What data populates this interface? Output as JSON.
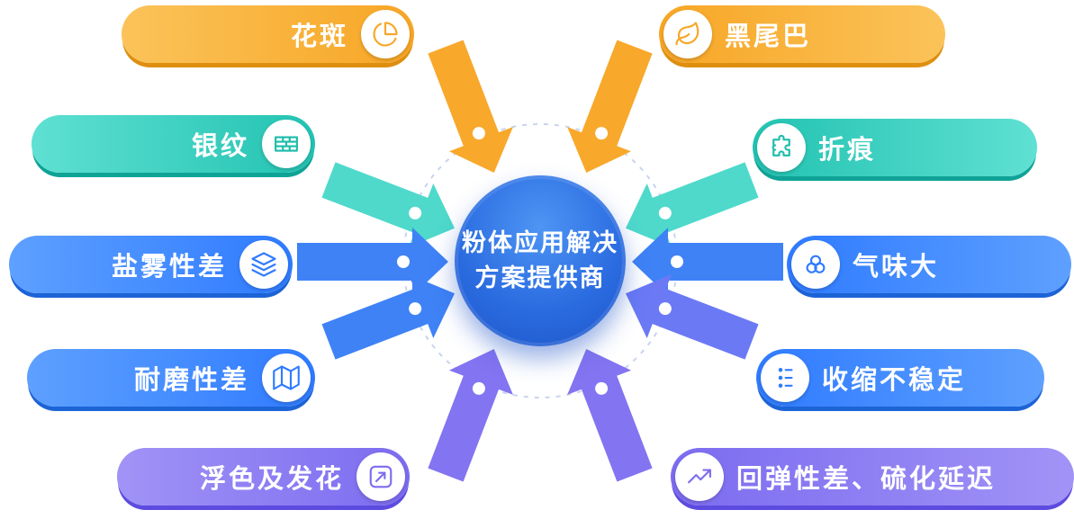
{
  "page": {
    "type": "infographic-diagram",
    "language": "zh-CN"
  },
  "center": {
    "line1": "粉体应用解决",
    "line2": "方案提供商"
  },
  "items": [
    {
      "label": "花斑",
      "icon": "pie-chart-icon",
      "group": "orange",
      "side": "left"
    },
    {
      "label": "黑尾巴",
      "icon": "leaf-icon",
      "group": "orange",
      "side": "right"
    },
    {
      "label": "银纹",
      "icon": "bricks-icon",
      "group": "teal",
      "side": "left"
    },
    {
      "label": "折痕",
      "icon": "puzzle-icon",
      "group": "teal",
      "side": "right"
    },
    {
      "label": "盐雾性差",
      "icon": "layers-icon",
      "group": "blue",
      "side": "left"
    },
    {
      "label": "气味大",
      "icon": "rings-icon",
      "group": "blue",
      "side": "right"
    },
    {
      "label": "耐磨性差",
      "icon": "map-icon",
      "group": "blue",
      "side": "left"
    },
    {
      "label": "收缩不稳定",
      "icon": "nodes-icon",
      "group": "blue",
      "side": "right"
    },
    {
      "label": "浮色及发花",
      "icon": "trend-arrow-icon",
      "group": "purple",
      "side": "left"
    },
    {
      "label": "回弹性差、硫化延迟",
      "icon": "line-chart-icon",
      "group": "purple",
      "side": "right"
    }
  ],
  "colors": {
    "orange": "#F7A625",
    "orange_light": "#FBC35A",
    "orange_dark": "#DE8F10",
    "teal": "#23C3B2",
    "teal_light": "#5FE0D2",
    "teal_dark": "#0FA396",
    "blue": "#2F7BFF",
    "blue_light": "#5EA0FF",
    "blue_dark": "#1C63D6",
    "purple": "#7C6CF0",
    "purple_light": "#A193F6",
    "purple_dark": "#5D4BE0",
    "violet_arrow": "#6B79F5",
    "center_blue": "#2A6BE0",
    "dash_ring": "#C9D4EE",
    "text": "#FFFFFF"
  }
}
